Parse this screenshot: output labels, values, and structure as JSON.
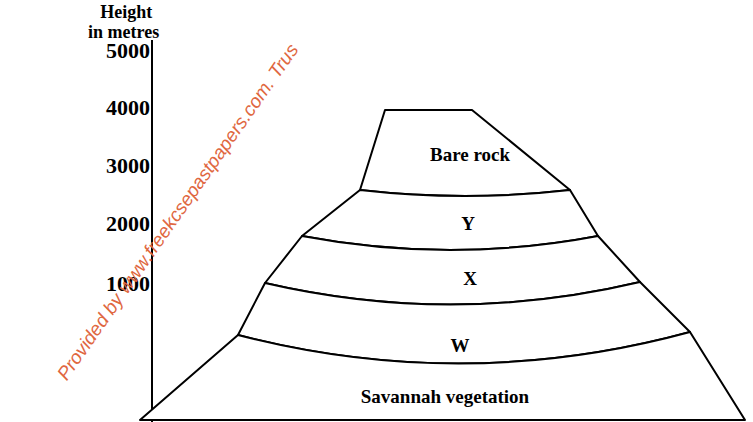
{
  "diagram": {
    "nodes": [
      {
        "text": [
          "Bare rock"
        ]
      },
      {
        "text": [
          "Y"
        ]
      },
      {
        "text": [
          "X"
        ]
      },
      {
        "text": [
          "W"
        ]
      },
      {
        "text": [
          "Savannah vegetation"
        ]
      }
    ],
    "labels": [
      "Height in metres",
      "5000",
      "4000",
      "3000",
      "2000",
      "1000",
      "Provided by www.freekcsepastpapers.com. Trus"
    ]
  }
}
